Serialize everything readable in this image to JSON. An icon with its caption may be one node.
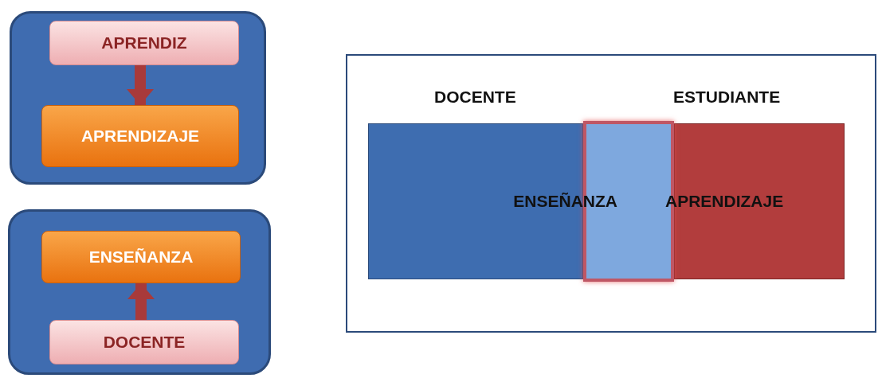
{
  "diagram": {
    "nodes": [
      {
        "text": [],
        "shape": "box"
      },
      {
        "text": [
          "APRENDIZ"
        ],
        "in": 0
      },
      {
        "text": [
          "APRENDIZAJE"
        ],
        "in": 0
      },
      {
        "text": [],
        "shape": "box"
      },
      {
        "text": [
          "ENSEÑANZA"
        ],
        "in": 3
      },
      {
        "text": [
          "DOCENTE"
        ],
        "in": 3
      },
      {
        "text": [],
        "shape": "box"
      },
      {
        "text": [
          "ENSEÑANZA"
        ],
        "in": 6
      },
      {
        "text": [],
        "shape": "box",
        "in": 6
      },
      {
        "text": [
          "APRENDIZAJE"
        ],
        "in": 6
      }
    ],
    "edges": [
      {
        "from": 1,
        "to": 2,
        "arrow": "to"
      },
      {
        "from": 5,
        "to": 4,
        "arrow": "to"
      }
    ],
    "labels": [
      "DOCENTE",
      "ESTUDIANTE"
    ]
  }
}
